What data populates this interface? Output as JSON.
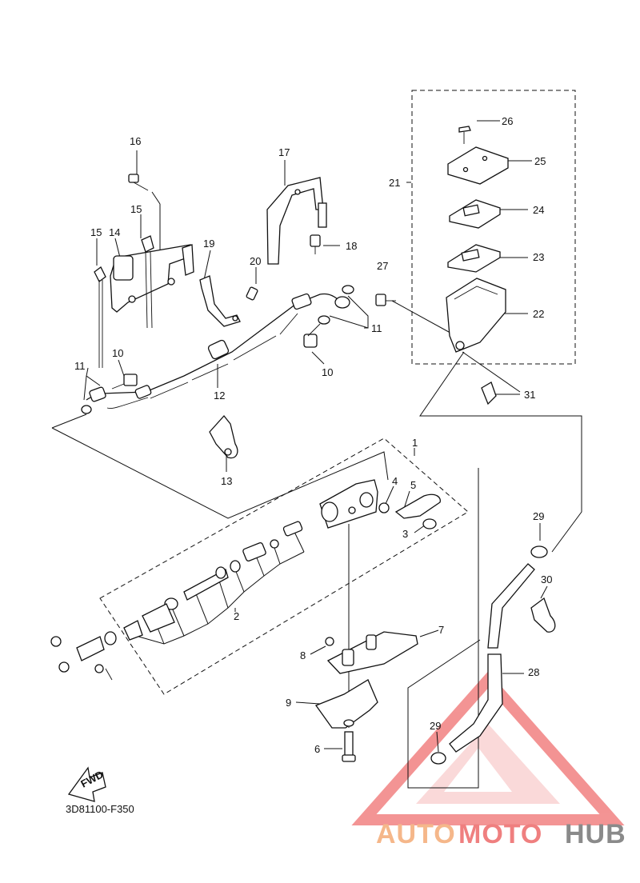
{
  "diagram": {
    "code": "3D81100-F350",
    "fwd_label": "FWD",
    "labels": [
      "1",
      "2",
      "3",
      "4",
      "5",
      "6",
      "7",
      "8",
      "9",
      "10",
      "10",
      "11",
      "11",
      "12",
      "13",
      "14",
      "15",
      "15",
      "16",
      "17",
      "18",
      "19",
      "20",
      "21",
      "22",
      "23",
      "24",
      "25",
      "26",
      "27",
      "28",
      "29",
      "29",
      "30",
      "31"
    ]
  },
  "watermark": {
    "part1": "AUTO",
    "part2": "MOTO",
    "part3": "HUB",
    "colors": {
      "light": "#f5b78a",
      "mid": "#ef7f7f",
      "dark": "#8a8a8a",
      "triangle": "#ef7070"
    }
  }
}
